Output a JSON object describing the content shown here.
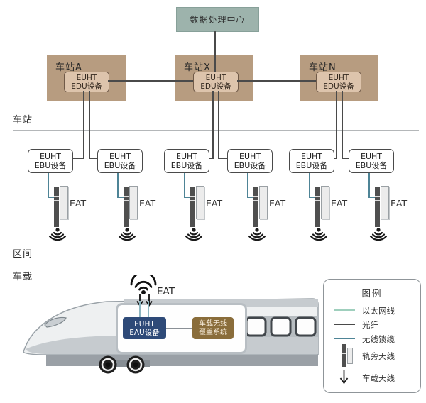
{
  "sections": {
    "station": "车站",
    "interval": "区间",
    "onboard": "车载"
  },
  "data_center_label": "数据处理中心",
  "stations": [
    {
      "name": "车站A",
      "device": {
        "l1": "EUHT",
        "l2": "EDU设备"
      }
    },
    {
      "name": "车站X",
      "device": {
        "l1": "EUHT",
        "l2": "EDU设备"
      }
    },
    {
      "name": "车站N",
      "device": {
        "l1": "EUHT",
        "l2": "EDU设备"
      }
    }
  ],
  "ebu": {
    "l1": "EUHT",
    "l2": "EBU设备"
  },
  "eat_label": "EAT",
  "train": {
    "eat": "EAT",
    "eau": {
      "l1": "EUHT",
      "l2": "EAU设备"
    },
    "coverage": {
      "l1": "车载无线",
      "l2": "覆盖系统"
    }
  },
  "legend": {
    "title": "图例",
    "items": [
      {
        "label": "以太网线",
        "color": "#9fcfbd"
      },
      {
        "label": "光纤",
        "color": "#4a4a4a"
      },
      {
        "label": "无线馈缆",
        "color": "#4e8496"
      }
    ],
    "antenna_trackside": "轨旁天线",
    "antenna_onboard": "车载天线"
  },
  "colors": {
    "data_center": "#9db3ac",
    "station": "#b79c80",
    "edu_box": "#ddc4ac",
    "eau_box": "#2e4a78",
    "coverage_box": "#8a6d3b",
    "fiber_line": "#4a4a4a",
    "feeder_line": "#4e8496",
    "ethernet_line": "#9fcfbd"
  }
}
